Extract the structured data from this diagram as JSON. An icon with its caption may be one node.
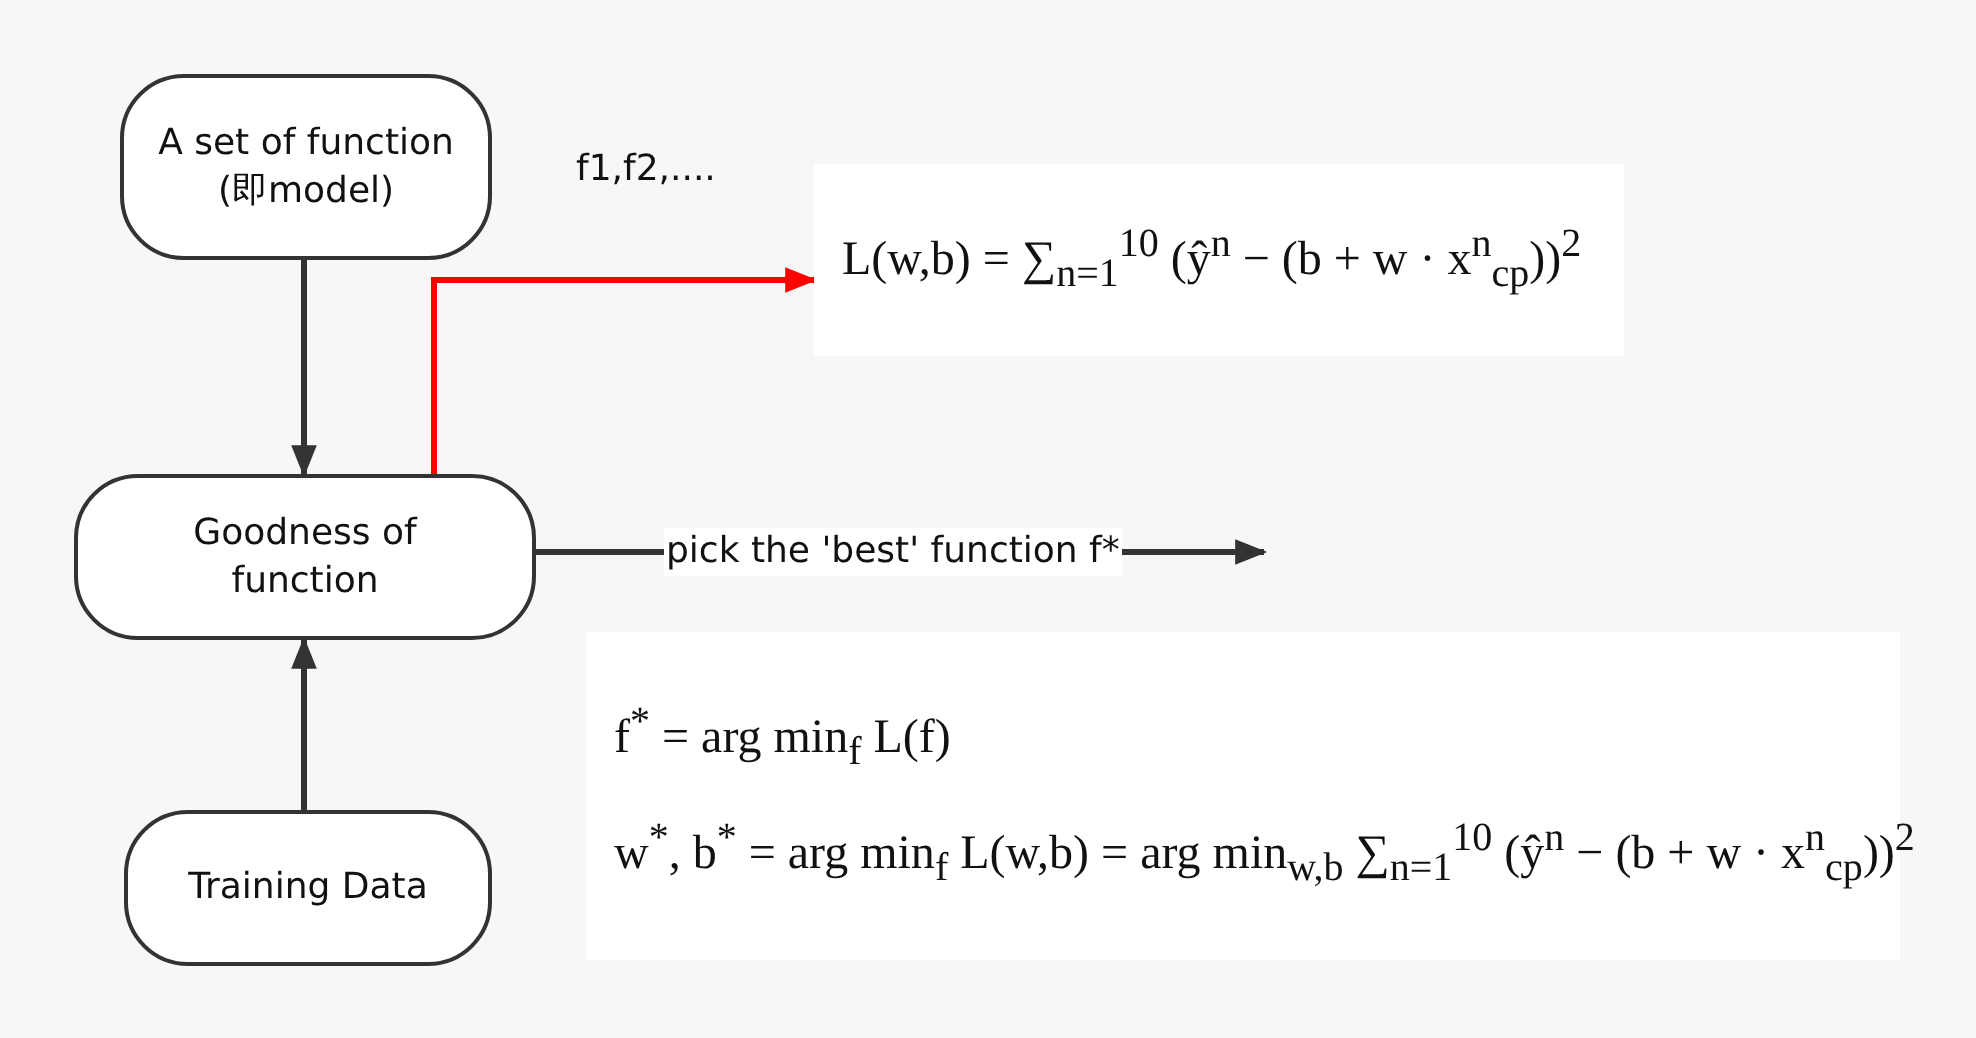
{
  "diagram": {
    "nodes": [
      {
        "text": [
          "A set of function (即model)"
        ]
      },
      {
        "text": [
          "Goodness of function"
        ]
      },
      {
        "text": [
          "Training Data"
        ]
      },
      {
        "text": [
          "L(w,b) = ∑$_{n=1}$$^{10}$ (ŷ$^{n}$ − (b + w · x$^{n}$$_{cp}$))$^{2}$"
        ]
      },
      {
        "text": [
          "f$^{*}$ = arg min$_{f}$ L(f)",
          "w$^{*}$, b$^{*}$ = arg min$_{f}$ L(w,b) = arg min$_{w,b}$ ∑$_{n=1}$$^{10}$ (ŷ$^{n}$ − (b + w · x$^{n}$$_{cp}$))$^{2}$"
        ]
      }
    ],
    "edges": [
      {
        "from": 0,
        "to": 1,
        "arrow": "to"
      },
      {
        "from": 2,
        "to": 1,
        "arrow": "to"
      },
      {
        "from": 1,
        "to": 3,
        "arrow": "to",
        "color": "#ff0000"
      },
      {
        "from": 1,
        "to": null,
        "arrow": "to",
        "label": "pick the 'best' function f*"
      }
    ],
    "labels": [
      "f1,f2,...."
    ]
  }
}
